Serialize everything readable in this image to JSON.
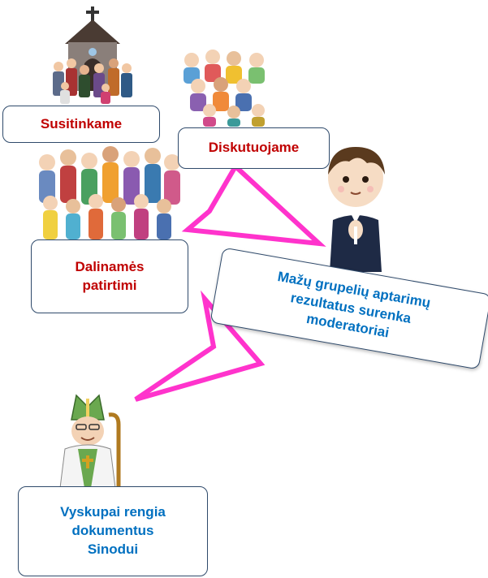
{
  "nodes": {
    "meet": {
      "label": "Susitinkame"
    },
    "discuss": {
      "label": "Diskutuojame"
    },
    "share": {
      "line1": "Dalinamės",
      "line2": "patirtimi"
    },
    "moderators": {
      "line1": "Mažų grupelių aptarimų",
      "line2": "rezultatus surenka",
      "line3": "moderatoriai"
    },
    "bishops": {
      "line1": "Vyskupai rengia",
      "line2": "dokumentus",
      "line3": "Sinodui"
    }
  },
  "colors": {
    "red_text": "#c00000",
    "blue_text": "#0070c0",
    "arrow": "#ff33cc",
    "border": "#2f4a6b"
  },
  "icons": [
    "church-crowd-icon",
    "crowd-icon",
    "family-group-icon",
    "boy-praying-icon",
    "bishop-icon"
  ]
}
